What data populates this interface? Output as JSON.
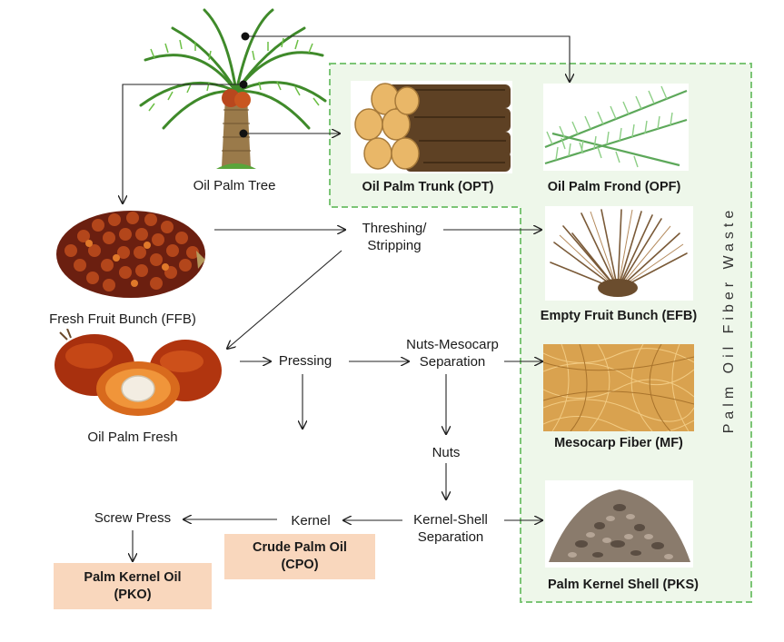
{
  "waste_group": {
    "title": "Palm Oil Fiber Waste"
  },
  "nodes": {
    "tree": "Oil Palm Tree",
    "ffb": "Fresh Fruit Bunch (FFB)",
    "fresh": "Oil Palm Fresh",
    "threshing_1": "Threshing/",
    "threshing_2": "Stripping",
    "pressing": "Pressing",
    "nms_1": "Nuts-Mesocarp",
    "nms_2": "Separation",
    "nuts": "Nuts",
    "kss_1": "Kernel-Shell",
    "kss_2": "Separation",
    "kernel": "Kernel",
    "screw_press": "Screw Press"
  },
  "products": {
    "cpo_1": "Crude Palm Oil",
    "cpo_2": "(CPO)",
    "pko_1": "Palm Kernel Oil",
    "pko_2": "(PKO)"
  },
  "wastes": {
    "opt": "Oil Palm Trunk (OPT)",
    "opf": "Oil Palm Frond (OPF)",
    "efb": "Empty Fruit Bunch (EFB)",
    "mf": "Mesocarp Fiber (MF)",
    "pks": "Palm Kernel Shell (PKS)"
  },
  "colors": {
    "waste_border": "#7cc576",
    "waste_fill": "#eaf6e6",
    "product_fill": "#f9d7bd",
    "arrow": "#222222"
  }
}
